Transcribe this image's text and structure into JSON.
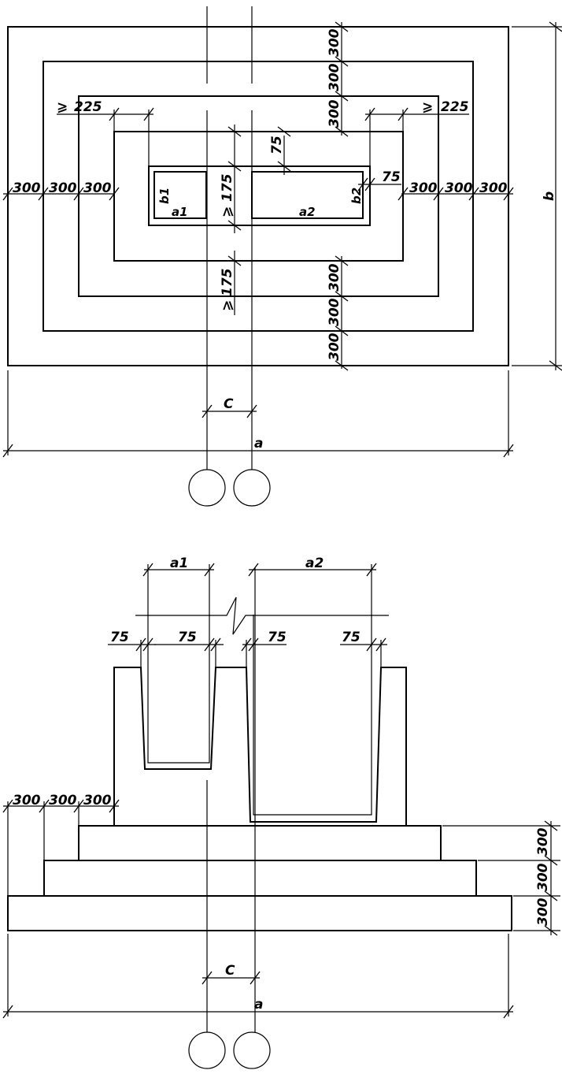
{
  "plan": {
    "labels": {
      "d300": "300",
      "d225": "225",
      "d175": "175",
      "d75": "75",
      "ge": "⩾",
      "b": "b",
      "a": "a",
      "c": "C",
      "b1": "b1",
      "a1": "a1",
      "b2": "b2",
      "a2": "a2"
    }
  },
  "section": {
    "labels": {
      "d300": "300",
      "d75": "75",
      "a": "a",
      "c": "C",
      "a1": "a1",
      "a2": "a2"
    }
  }
}
